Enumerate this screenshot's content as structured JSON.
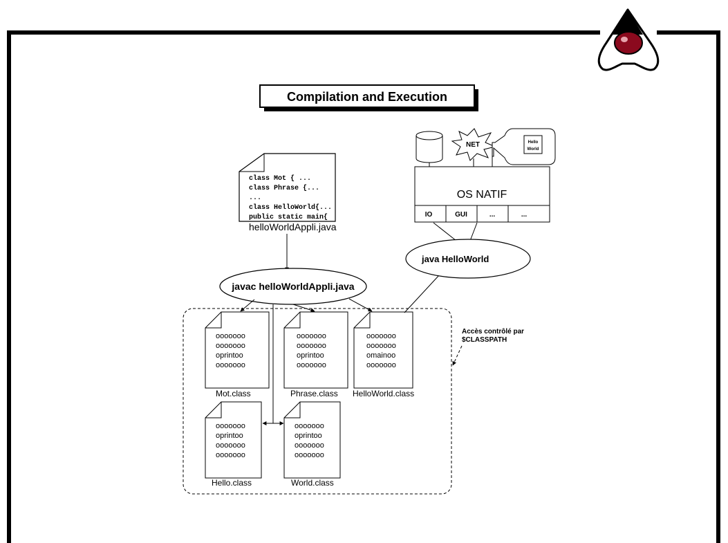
{
  "slide": {
    "title": "Compilation and Execution"
  },
  "source_file": {
    "lines": [
      "class Mot { ...",
      "class Phrase {...",
      "...",
      "class HelloWorld{...",
      "public static main{"
    ],
    "filename": "helloWorldAppli.java"
  },
  "compile_command": "javac helloWorldAppli.java",
  "run_command": "java HelloWorld",
  "os": {
    "label": "OS NATIF",
    "cells": [
      "IO",
      "GUI",
      "...",
      "..."
    ],
    "net_label": "NET",
    "window_text_1": "Hello",
    "window_text_2": "World"
  },
  "classes": [
    {
      "name": "Mot.class",
      "lines": [
        "ooooooo",
        "ooooooo",
        "oprintoo",
        "ooooooo"
      ]
    },
    {
      "name": "Phrase.class",
      "lines": [
        "ooooooo",
        "ooooooo",
        "oprintoo",
        "ooooooo"
      ]
    },
    {
      "name": "HelloWorld.class",
      "lines": [
        "ooooooo",
        "ooooooo",
        "omainoo",
        "ooooooo"
      ]
    },
    {
      "name": "Hello.class",
      "lines": [
        "ooooooo",
        "oprintoo",
        "ooooooo",
        "ooooooo"
      ]
    },
    {
      "name": "World.class",
      "lines": [
        "ooooooo",
        "oprintoo",
        "ooooooo",
        "ooooooo"
      ]
    }
  ],
  "classpath_note": {
    "line1": "Accès contrôlé par",
    "line2": "$CLASSPATH"
  }
}
